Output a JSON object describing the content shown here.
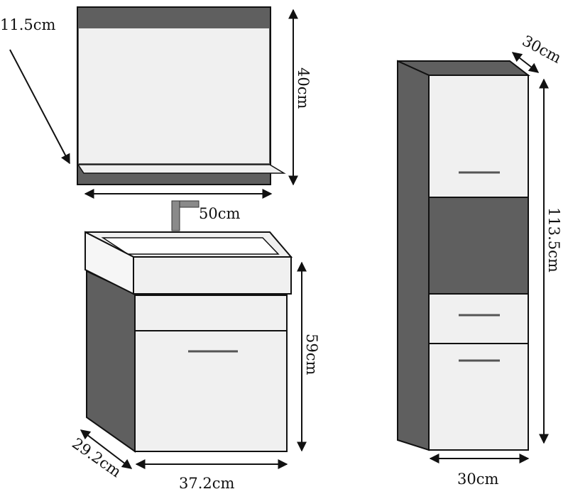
{
  "colors": {
    "dark_panel": "#5f5f5f",
    "light_panel": "#f0f0f0",
    "outline": "#111111",
    "handle": "#555555",
    "background": "#ffffff"
  },
  "mirror_cabinet": {
    "shelf_depth_label": "11.5cm",
    "height_label": "40cm",
    "width_label": "50cm"
  },
  "vanity_unit": {
    "height_label": "59cm",
    "depth_label": "29.2cm",
    "width_label": "37.2cm"
  },
  "tall_cabinet": {
    "depth_label": "30cm",
    "height_label": "113.5cm",
    "width_label": "30cm"
  }
}
